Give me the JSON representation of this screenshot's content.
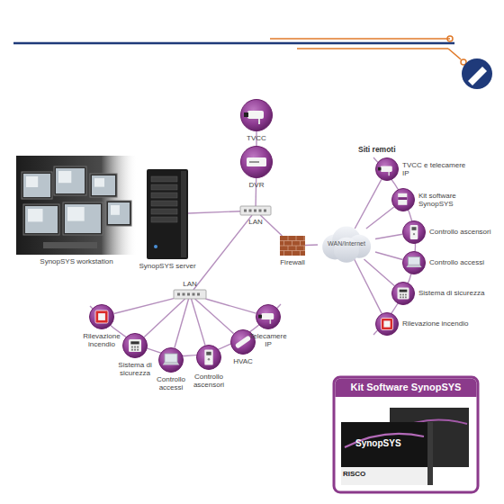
{
  "diagram": {
    "nodes": [
      {
        "text": [
          "SynopSYS workstation"
        ]
      },
      {
        "text": [
          "SynopSYS server"
        ]
      },
      {
        "text": [
          "TVCC"
        ]
      },
      {
        "text": [
          "DVR"
        ]
      },
      {
        "text": [
          "LAN"
        ]
      },
      {
        "text": [
          "Firewall"
        ]
      },
      {
        "text": [
          "WAN/Internet"
        ]
      },
      {
        "text": [
          "LAN"
        ]
      },
      {
        "text": [
          "Rilevazione incendio"
        ]
      },
      {
        "text": [
          "Sistema di sicurezza"
        ]
      },
      {
        "text": [
          "Controllo accessi"
        ]
      },
      {
        "text": [
          "Controllo ascensori"
        ]
      },
      {
        "text": [
          "HVAC"
        ]
      },
      {
        "text": [
          "Telecamere IP"
        ]
      },
      {
        "text": [
          "TVCC e telecamere IP"
        ]
      },
      {
        "text": [
          "Kit software SynopSYS"
        ]
      },
      {
        "text": [
          "Controllo ascensori"
        ]
      },
      {
        "text": [
          "Controllo accessi"
        ]
      },
      {
        "text": [
          "Sistema di sicurezza"
        ]
      },
      {
        "text": [
          "Rilevazione incendio"
        ]
      },
      {
        "text": [
          "Kit Software SynopSYS"
        ]
      }
    ],
    "edges": [
      {
        "from": 2,
        "to": 3,
        "arrow": "none"
      },
      {
        "from": 3,
        "to": 4,
        "arrow": "none"
      },
      {
        "from": 1,
        "to": 4,
        "arrow": "none"
      },
      {
        "from": 4,
        "to": 5,
        "arrow": "none"
      },
      {
        "from": 5,
        "to": 6,
        "arrow": "none"
      },
      {
        "from": 4,
        "to": 7,
        "arrow": "none"
      },
      {
        "from": 7,
        "to": 8,
        "arrow": "none"
      },
      {
        "from": 7,
        "to": 9,
        "arrow": "none"
      },
      {
        "from": 7,
        "to": 10,
        "arrow": "none"
      },
      {
        "from": 7,
        "to": 11,
        "arrow": "none"
      },
      {
        "from": 7,
        "to": 12,
        "arrow": "none"
      },
      {
        "from": 7,
        "to": 13,
        "arrow": "none"
      },
      {
        "from": 6,
        "to": 14,
        "arrow": "none"
      },
      {
        "from": 6,
        "to": 15,
        "arrow": "none"
      },
      {
        "from": 6,
        "to": 16,
        "arrow": "none"
      },
      {
        "from": 6,
        "to": 17,
        "arrow": "none"
      },
      {
        "from": 6,
        "to": 18,
        "arrow": "none"
      },
      {
        "from": 6,
        "to": 19,
        "arrow": "none"
      }
    ],
    "labels": [
      "Siti remoti",
      "SynopSYS",
      "RISCO"
    ]
  }
}
